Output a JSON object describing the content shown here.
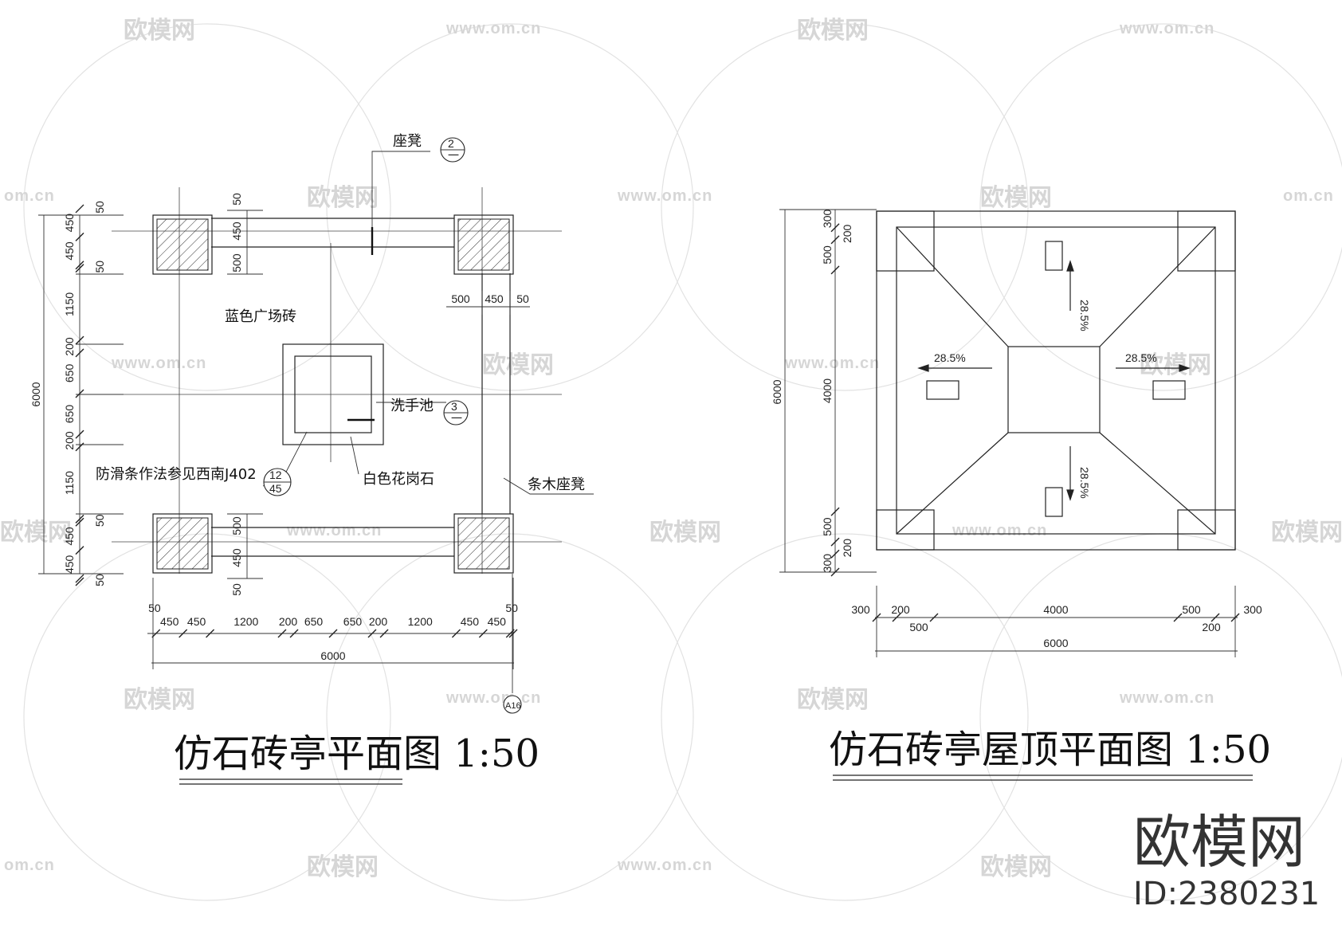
{
  "watermark": {
    "brand": "欧模网",
    "url": "www.om.cn",
    "url_partial": "om.cn"
  },
  "floor_plan": {
    "title": "仿石砖亭平面图 1:50",
    "labels": {
      "bench": "座凳",
      "bench_ref_top": "2",
      "bench_ref_bottom": "一",
      "plaza_tile": "蓝色广场砖",
      "sink": "洗手池",
      "sink_ref_top": "3",
      "sink_ref_bottom": "一",
      "anti_slip": "防滑条作法参见西南J402",
      "anti_slip_ref_top": "12",
      "anti_slip_ref_bottom": "45",
      "granite": "白色花岗石",
      "wood_bench": "条木座凳",
      "axis_ref": "A16"
    },
    "left_dims": [
      "50",
      "450",
      "450",
      "50",
      "1150",
      "200",
      "650",
      "650",
      "200",
      "1150",
      "50",
      "450",
      "450",
      "50"
    ],
    "left_total": "6000",
    "inner_left_dims": [
      "50",
      "450",
      "500",
      "500",
      "450",
      "50"
    ],
    "right_col_dims": [
      "500",
      "450",
      "50"
    ],
    "bottom_dims": [
      "50",
      "450",
      "450",
      "1200",
      "200",
      "650",
      "650",
      "200",
      "1200",
      "450",
      "450",
      "50"
    ],
    "bottom_total": "6000"
  },
  "roof_plan": {
    "title": "仿石砖亭屋顶平面图 1:50",
    "slope": "28.5%",
    "left_dims": [
      "300",
      "200",
      "500",
      "4000",
      "500",
      "200",
      "300"
    ],
    "left_total": "6000",
    "bottom_dims_upper": [
      "300",
      "200",
      "4000",
      "500",
      "300"
    ],
    "bottom_dims_lower": [
      "500",
      "200"
    ],
    "bottom_total": "6000"
  },
  "brand_mark": {
    "name": "欧模网",
    "id": "ID:2380231"
  }
}
